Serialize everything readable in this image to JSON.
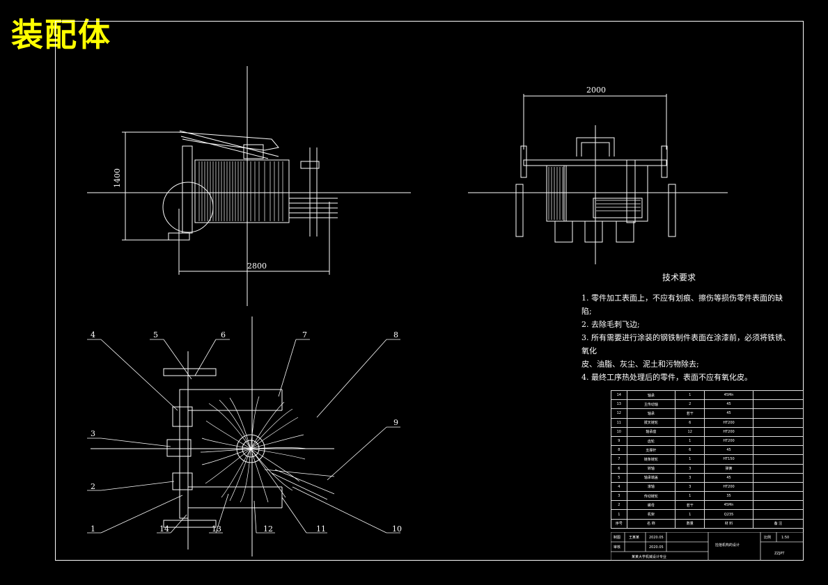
{
  "title": "装配体",
  "dims": {
    "height_side": "1400",
    "width_side": "2800",
    "width_front": "2000"
  },
  "balloons": [
    "1",
    "2",
    "3",
    "4",
    "5",
    "6",
    "7",
    "8",
    "9",
    "10",
    "11",
    "12",
    "13",
    "14"
  ],
  "tech_req": {
    "title": "技术要求",
    "lines": [
      "1. 零件加工表面上，不应有划痕、擦伤等损伤零件表面的缺陷;",
      "2. 去除毛刺飞边;",
      "3. 所有需要进行涂装的钢铁制件表面在涂漆前，必须将铁锈、氧化",
      "皮、油脂、灰尘、泥土和污物除去;",
      "4. 最终工序热处理后的零件，表面不应有氧化皮。"
    ]
  },
  "bom": {
    "rows": [
      [
        "14",
        "轴承",
        "1",
        "45Mn",
        ""
      ],
      [
        "13",
        "主传动轴",
        "2",
        "45",
        ""
      ],
      [
        "12",
        "轴承",
        "若干",
        "45",
        ""
      ],
      [
        "11",
        "拨叉链轮",
        "6",
        "HT200",
        ""
      ],
      [
        "10",
        "轴承座",
        "12",
        "HT200",
        ""
      ],
      [
        "9",
        "齿轮",
        "1",
        "HT200",
        ""
      ],
      [
        "8",
        "支撑杆",
        "6",
        "45",
        ""
      ],
      [
        "7",
        "链条链轮",
        "1",
        "HT150",
        ""
      ],
      [
        "6",
        "转轴",
        "3",
        "弹簧",
        ""
      ],
      [
        "5",
        "轴承端盖",
        "3",
        "45",
        ""
      ],
      [
        "4",
        "滚轴",
        "3",
        "HT200",
        ""
      ],
      [
        "3",
        "传动链轮",
        "1",
        "35",
        ""
      ],
      [
        "2",
        "螺母",
        "若干",
        "45Mn",
        ""
      ],
      [
        "1",
        "机架",
        "1",
        "Q235",
        ""
      ]
    ],
    "header": [
      "序号",
      "名 称",
      "数量",
      "材 料",
      "备 注"
    ]
  },
  "title_block": {
    "designer_label": "制图",
    "designer": "王某某",
    "date1": "2020.05",
    "checker_label": "审核",
    "date2": "2020.05",
    "drawing_name": "捡拾机构的设计",
    "scale_label": "比例",
    "scale": "1:50",
    "school": "某某大学机械设计专业",
    "code": "ZZJPT"
  }
}
